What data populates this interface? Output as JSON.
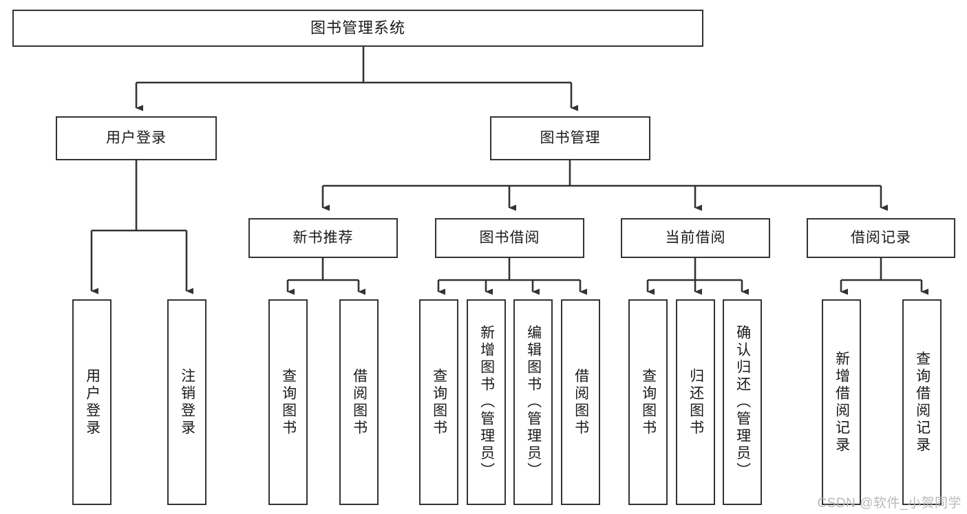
{
  "diagram": {
    "title": "图书管理系统",
    "type": "hierarchy-tree",
    "root": {
      "label": "图书管理系统"
    },
    "level2": [
      {
        "label": "用户登录"
      },
      {
        "label": "图书管理"
      }
    ],
    "level3": [
      {
        "label": "新书推荐"
      },
      {
        "label": "图书借阅"
      },
      {
        "label": "当前借阅"
      },
      {
        "label": "借阅记录"
      }
    ],
    "leaves": {
      "user_login": [
        {
          "label": "用户登录"
        },
        {
          "label": "注销登录"
        }
      ],
      "new_book_recommend": [
        {
          "label": "查询图书"
        },
        {
          "label": "借阅图书"
        }
      ],
      "book_borrow": [
        {
          "label": "查询图书"
        },
        {
          "label": "新增图书（管理员）"
        },
        {
          "label": "编辑图书（管理员）"
        },
        {
          "label": "借阅图书"
        }
      ],
      "current_borrow": [
        {
          "label": "查询图书"
        },
        {
          "label": "归还图书"
        },
        {
          "label": "确认归还（管理员）"
        }
      ],
      "borrow_record": [
        {
          "label": "新增借阅记录"
        },
        {
          "label": "查询借阅记录"
        }
      ]
    },
    "watermark": "CSDN @软件_小贺同学",
    "colors": {
      "border": "#333333",
      "text": "#1a1a1a",
      "background": "#ffffff",
      "connector": "#333333",
      "watermark": "#b9b9b9"
    }
  }
}
